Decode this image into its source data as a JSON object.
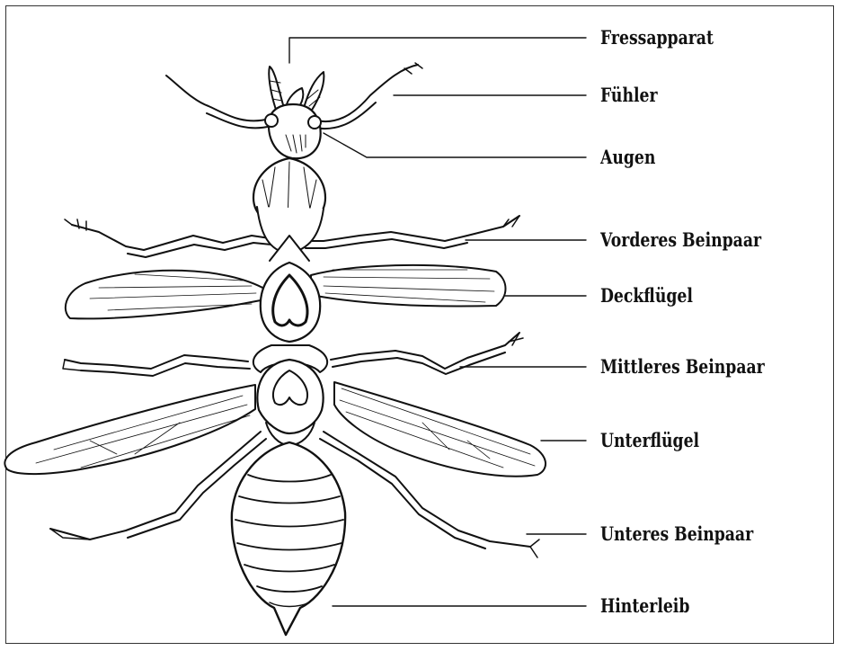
{
  "diagram": {
    "subject": "insect-anatomy",
    "labels": [
      {
        "key": "fressapparat",
        "text": "Fressapparat"
      },
      {
        "key": "fuehler",
        "text": "Fühler"
      },
      {
        "key": "augen",
        "text": "Augen"
      },
      {
        "key": "vorderes_beinpaar",
        "text": "Vorderes Beinpaar"
      },
      {
        "key": "deckfluegel",
        "text": "Deckflügel"
      },
      {
        "key": "mittleres_beinpaar",
        "text": "Mittleres Beinpaar"
      },
      {
        "key": "unterfluegel",
        "text": "Unterflügel"
      },
      {
        "key": "unteres_beinpaar",
        "text": "Unteres Beinpaar"
      },
      {
        "key": "hinterleib",
        "text": "Hinterleib"
      }
    ],
    "line_color": "#111111"
  }
}
